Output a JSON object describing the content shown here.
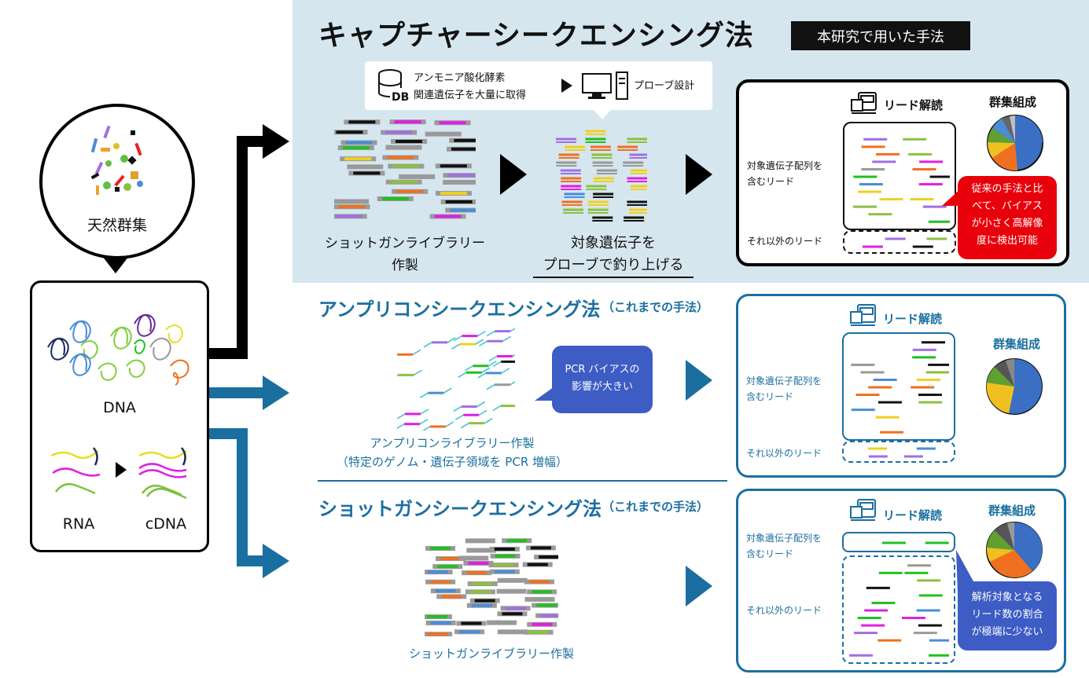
{
  "colors": {
    "black": "#000000",
    "blue": "#1b6fa0",
    "capture_bg": "#d6e6ef",
    "red_callout": "#e8000b",
    "blue_callout": "#3d5cc4"
  },
  "sample": {
    "label": "天然群集"
  },
  "nucleic": {
    "dna_label": "DNA",
    "rna_label": "RNA",
    "cdna_label": "cDNA"
  },
  "capture": {
    "title": "キャプチャーシークエンシング法",
    "badge": "本研究で用いた手法",
    "db_icon": "database-icon",
    "db_line1": "アンモニア酸化酵素",
    "db_line2": "関連遺伝子を大量に取得",
    "probe_design": "プローブ設計",
    "library_line1": "ショットガンライブラリー",
    "library_line2": "作製",
    "probe_line1": "対象遺伝子を",
    "probe_line2": "プローブで釣り上げる",
    "read": "リード解読",
    "community": "群集組成",
    "target_reads_1": "対象遺伝子配列を",
    "target_reads_2": "含むリード",
    "other_reads": "それ以外のリード",
    "callout": [
      "従来の手法と比",
      "べて、バイアス",
      "が小さく高解像",
      "度に検出可能"
    ]
  },
  "amplicon": {
    "title": "アンプリコンシークエンシング法",
    "paren": "（これまでの手法）",
    "callout": [
      "PCR バイアスの",
      "影響が大きい"
    ],
    "library_line1": "アンプリコンライブラリー作製",
    "library_line2": "（特定のゲノム・遺伝子領域を PCR 増幅）",
    "read": "リード解読",
    "community": "群集組成",
    "target_reads_1": "対象遺伝子配列を",
    "target_reads_2": "含むリード",
    "other_reads": "それ以外のリード"
  },
  "shotgun": {
    "title": "ショットガンシークエンシング法",
    "paren": "（これまでの手法）",
    "library": "ショットガンライブラリー作製",
    "read": "リード解読",
    "community": "群集組成",
    "target_reads_1": "対象遺伝子配列を",
    "target_reads_2": "含むリード",
    "other_reads": "それ以外のリード",
    "callout": [
      "解析対象となる",
      "リード数の割合",
      "が極端に少ない"
    ]
  }
}
